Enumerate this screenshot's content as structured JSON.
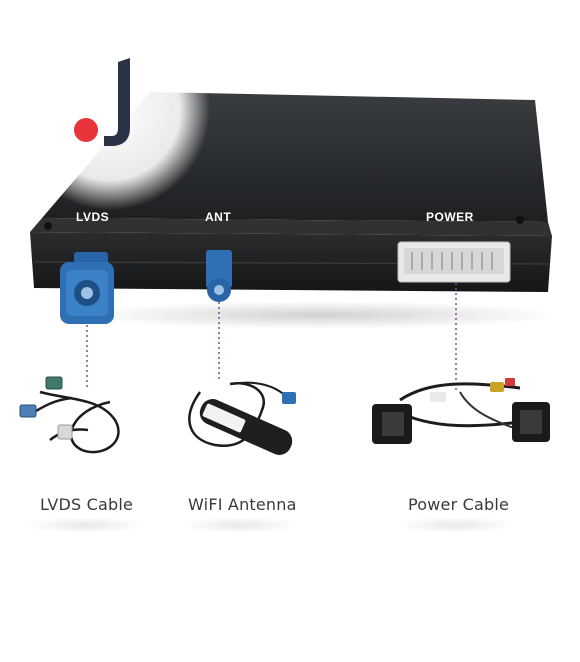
{
  "ports": {
    "lvds": "LVDS",
    "ant": "ANT",
    "power": "POWER"
  },
  "captions": {
    "lvds_cable": "LVDS Cable",
    "wifi_antenna": "WiFI Antenna",
    "power_cable": "Power Cable"
  },
  "colors": {
    "box": "#222426",
    "connector_blue": "#2f6fb3",
    "guide_line": "#7a4f8a",
    "logo_red": "#e8343a",
    "logo_navy": "#2b3246"
  },
  "logo": {
    "icon": "logo-mark"
  }
}
